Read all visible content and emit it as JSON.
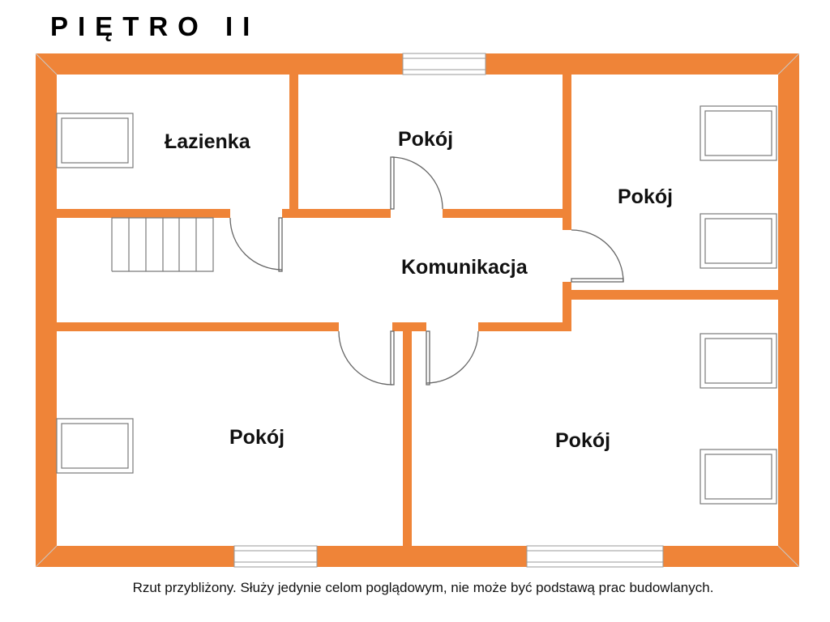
{
  "title": "PIĘTRO II",
  "wall_color": "#ef8438",
  "rooms": [
    {
      "label": "Łazienka"
    },
    {
      "label": "Pokój"
    },
    {
      "label": "Pokój"
    },
    {
      "label": "Komunikacja"
    },
    {
      "label": "Pokój"
    },
    {
      "label": "Pokój"
    }
  ],
  "caption": "Rzut przybliżony. Służy jedynie celom poglądowym, nie może być podstawą prac budowlanych."
}
